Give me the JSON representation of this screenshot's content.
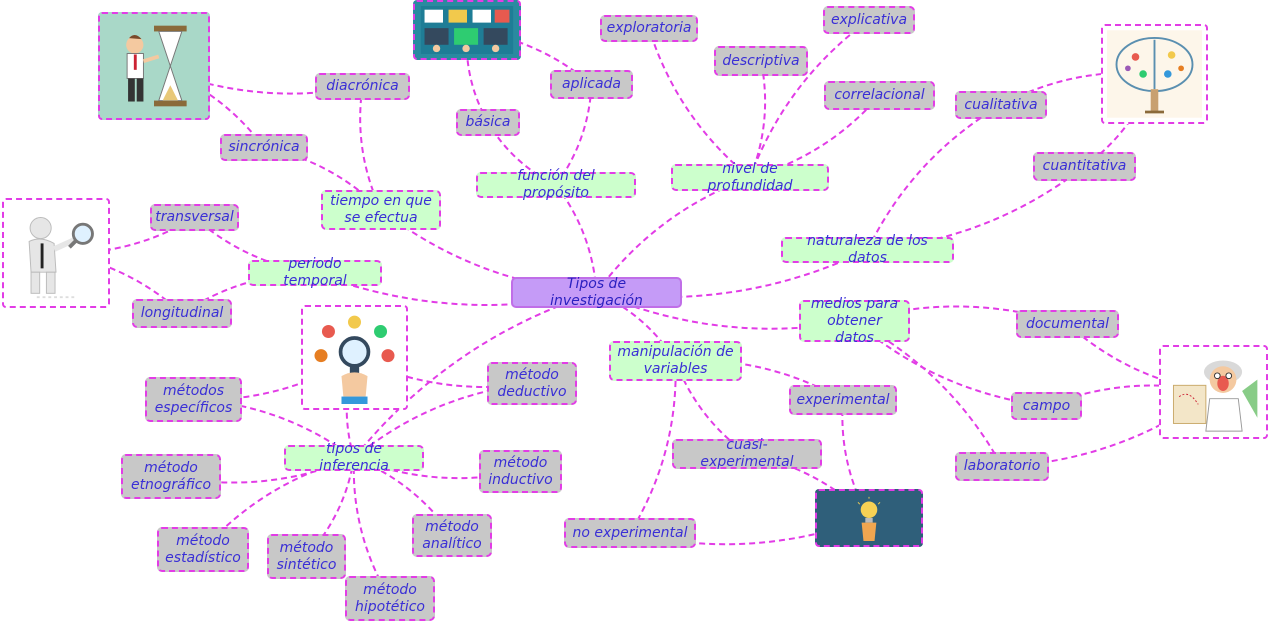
{
  "root": "Tipos de investigación",
  "categories": {
    "tiempo": "tiempo en que se efectua",
    "funcion": "función del propósito",
    "nivel": "nivel de profundidad",
    "naturaleza": "naturaleza de los datos",
    "periodo": "periodo temporal",
    "medios": "medios para obtener datos",
    "manipulacion": "manipulación de variables",
    "inferencia": "tipos de inferencia"
  },
  "items": {
    "diacronica": "diacrónica",
    "sincronica": "sincrónica",
    "basica": "básica",
    "aplicada": "aplicada",
    "exploratoria": "exploratoria",
    "descriptiva": "descriptiva",
    "explicativa": "explicativa",
    "correlacional": "correlacional",
    "cualitativa": "cualitativa",
    "cuantitativa": "cuantitativa",
    "transversal": "transversal",
    "longitudinal": "longitudinal",
    "documental": "documental",
    "campo": "campo",
    "laboratorio": "laboratorio",
    "experimental": "experimental",
    "cuasi": "cuasi-experimental",
    "noexp": "no experimental",
    "deductivo": "método deductivo",
    "inductivo": "método inductivo",
    "analitico": "método analítico",
    "hipotetico": "método hipotético",
    "sintetico": "método sintético",
    "estadistico": "método estadístico",
    "etnografico": "método etnográfico",
    "especificos": "métodos específicos"
  },
  "colors": {
    "connector": "#e23ce6",
    "text": "#3a2fd6",
    "root_fill": "#c59bf7",
    "category_fill": "#ccffcc",
    "item_fill": "#c8c8c8"
  },
  "images": [
    "businessman-hourglass-icon",
    "people-working-computers-icon",
    "brain-tree-icon",
    "person-magnifier-icon",
    "search-concepts-icon",
    "scientist-map-icon",
    "lightbulb-hand-icon"
  ]
}
